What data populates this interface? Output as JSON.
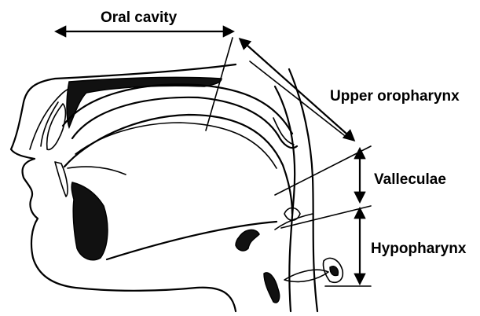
{
  "labels": {
    "oral_cavity": "Oral cavity",
    "upper_oropharynx": "Upper oropharynx",
    "valleculae": "Valleculae",
    "hypopharynx": "Hypopharynx"
  },
  "colors": {
    "ink": "#000000",
    "background": "#ffffff"
  }
}
